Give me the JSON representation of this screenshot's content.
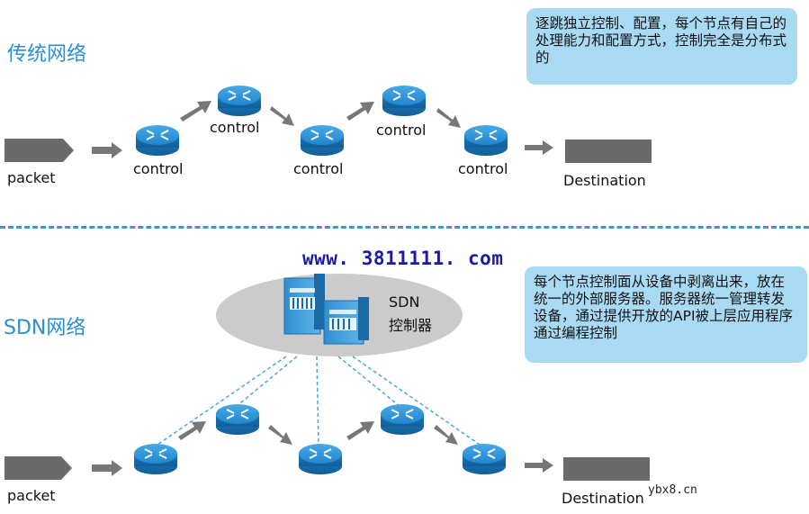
{
  "traditional": {
    "title": "传统网络",
    "note": "逐跳独立控制、配置，每个节点有自己的处理能力和配置方式，控制完全是分布式的",
    "packet_label": "packet",
    "destination_label": "Destination",
    "router_labels": [
      "control",
      "control",
      "control",
      "control",
      "control"
    ]
  },
  "sdn": {
    "title": "SDN网络",
    "note": "每个节点控制面从设备中剥离出来，放在统一的外部服务器。服务器统一管理转发设备，通过提供开放的API被上层应用程序通过编程控制",
    "controller_label_line1": "SDN",
    "controller_label_line2": "控制器",
    "packet_label": "packet",
    "destination_label": "Destination"
  },
  "watermark_url": "www. 3811111. com",
  "watermark_corner": "ybx8.cn",
  "colors": {
    "accent_blue": "#2b8fd6",
    "note_bg": "#a9daf3",
    "router_blue": "#1e7fc6",
    "arrow_gray": "#6e6e6e",
    "divider": "#3a9ac9",
    "controller_ellipse": "#c9c9c9"
  }
}
